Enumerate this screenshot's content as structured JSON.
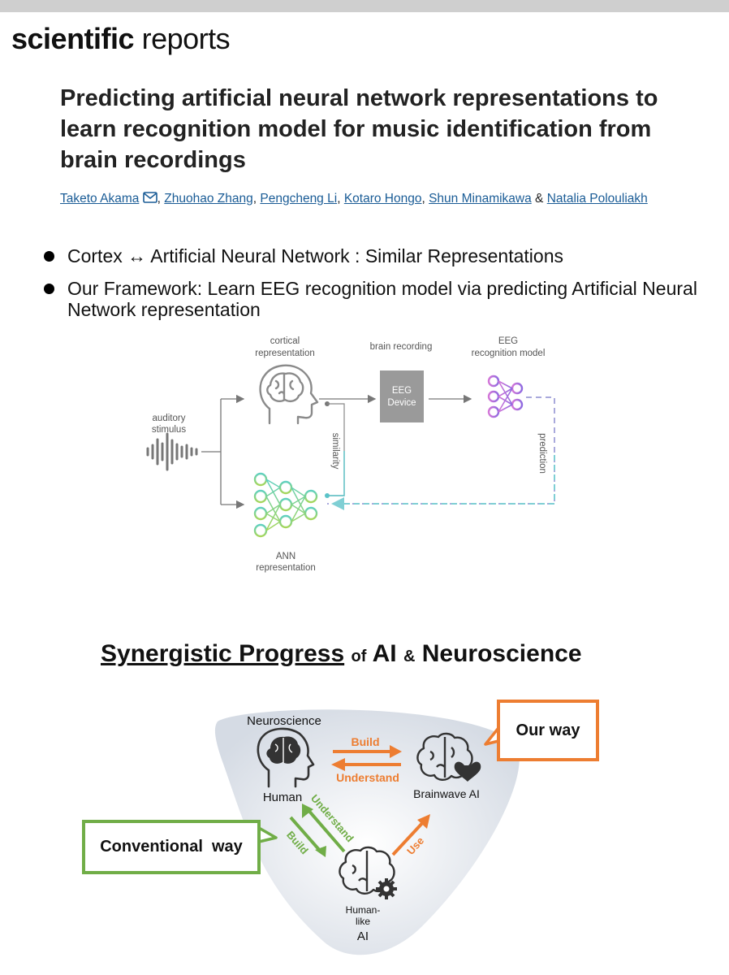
{
  "journal": {
    "bold": "scientific",
    "light": "reports"
  },
  "paper": {
    "title": "Predicting artificial neural network representations to learn recognition model for music identification from brain recordings",
    "authors": [
      "Taketo Akama",
      "Zhuohao Zhang",
      "Pengcheng Li",
      "Kotaro Hongo",
      "Shun Minamikawa",
      "Natalia Polouliakh"
    ],
    "separators": [
      ", ",
      ", ",
      ", ",
      ", ",
      " & "
    ]
  },
  "bullets": [
    "Cortex ↔ Artificial Neural Network : Similar Representations",
    "Our Framework: Learn EEG recognition model via predicting Artificial Neural Network representation"
  ],
  "framework_figure": {
    "auditory_stimulus_1": "auditory",
    "auditory_stimulus_2": "stimulus",
    "cortical_1": "cortical",
    "cortical_2": "representation",
    "brain_recording": "brain recording",
    "eeg_model_1": "EEG",
    "eeg_model_2": "recognition model",
    "eeg_device_1": "EEG",
    "eeg_device_2": "Device",
    "similarity": "similarity",
    "prediction": "prediction",
    "ann_1": "ANN",
    "ann_2": "representation"
  },
  "synergy": {
    "title_main": "Synergistic Progress",
    "title_of": "of",
    "title_ai": "AI",
    "title_amp": "&",
    "title_neuro": "Neuroscience",
    "neuroscience": "Neuroscience",
    "human": "Human",
    "brainwave_ai": "Brainwave AI",
    "human_like_1": "Human-",
    "human_like_2": "like",
    "human_like_3": "AI",
    "build_top": "Build",
    "understand_top": "Understand",
    "understand_left": "Understand",
    "build_left": "Build",
    "use": "Use",
    "our_way": "Our way",
    "conventional_way": "Conventional  way"
  },
  "colors": {
    "orange": "#ed7d31",
    "green": "#70ad47",
    "teal": "#5bc3c8",
    "purple": "#b66be0",
    "link": "#1a5c96"
  }
}
